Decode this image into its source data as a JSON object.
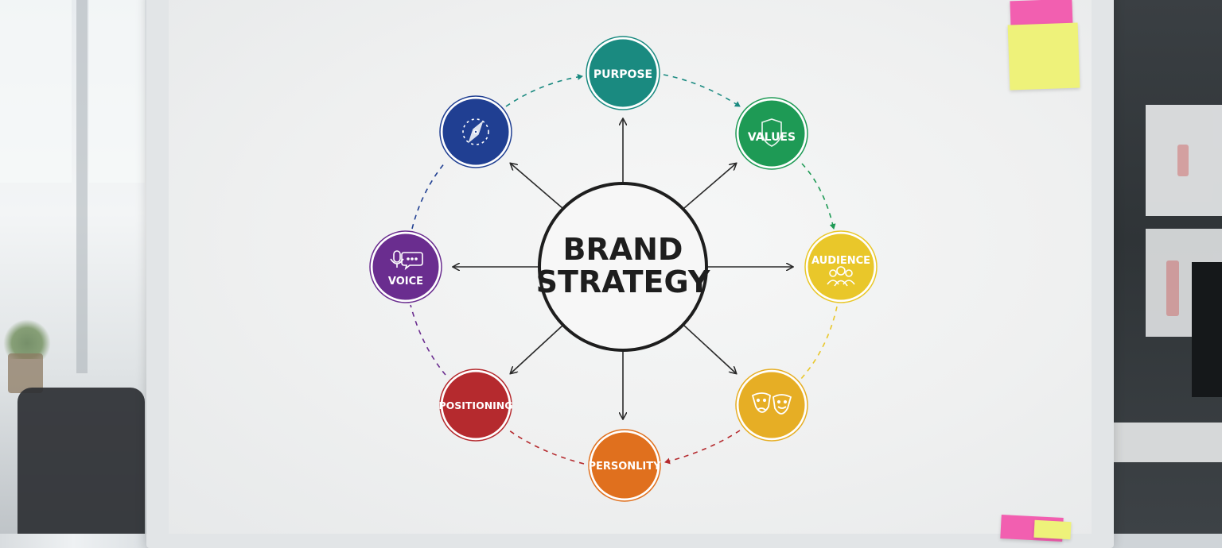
{
  "diagram": {
    "center": {
      "line1": "BRAND",
      "line2": "STRATEGY"
    },
    "nodes": [
      {
        "id": "purpose",
        "label": "PURPOSE",
        "color": "#1a8a80",
        "icon": ""
      },
      {
        "id": "values",
        "label": "VALUES",
        "color": "#1e9a55",
        "icon": "shield-icon"
      },
      {
        "id": "audience",
        "label": "AUDIENCE",
        "color": "#e9c72a",
        "icon": "people-icon"
      },
      {
        "id": "personality-masks",
        "label": "",
        "color": "#e6ae25",
        "icon": "theater-masks-icon"
      },
      {
        "id": "personality",
        "label": "PERSONLITY",
        "color": "#e0701e",
        "icon": ""
      },
      {
        "id": "positioning",
        "label": "POSITIONING",
        "color": "#b52a2e",
        "icon": ""
      },
      {
        "id": "voice",
        "label": "VOICE",
        "color": "#6a2d8f",
        "icon": "microphone-chat-icon"
      },
      {
        "id": "vision",
        "label": "",
        "color": "#203f92",
        "icon": "compass-icon"
      }
    ]
  },
  "sticky_notes": {
    "colors": [
      "#f25fb0",
      "#eef27a"
    ]
  }
}
